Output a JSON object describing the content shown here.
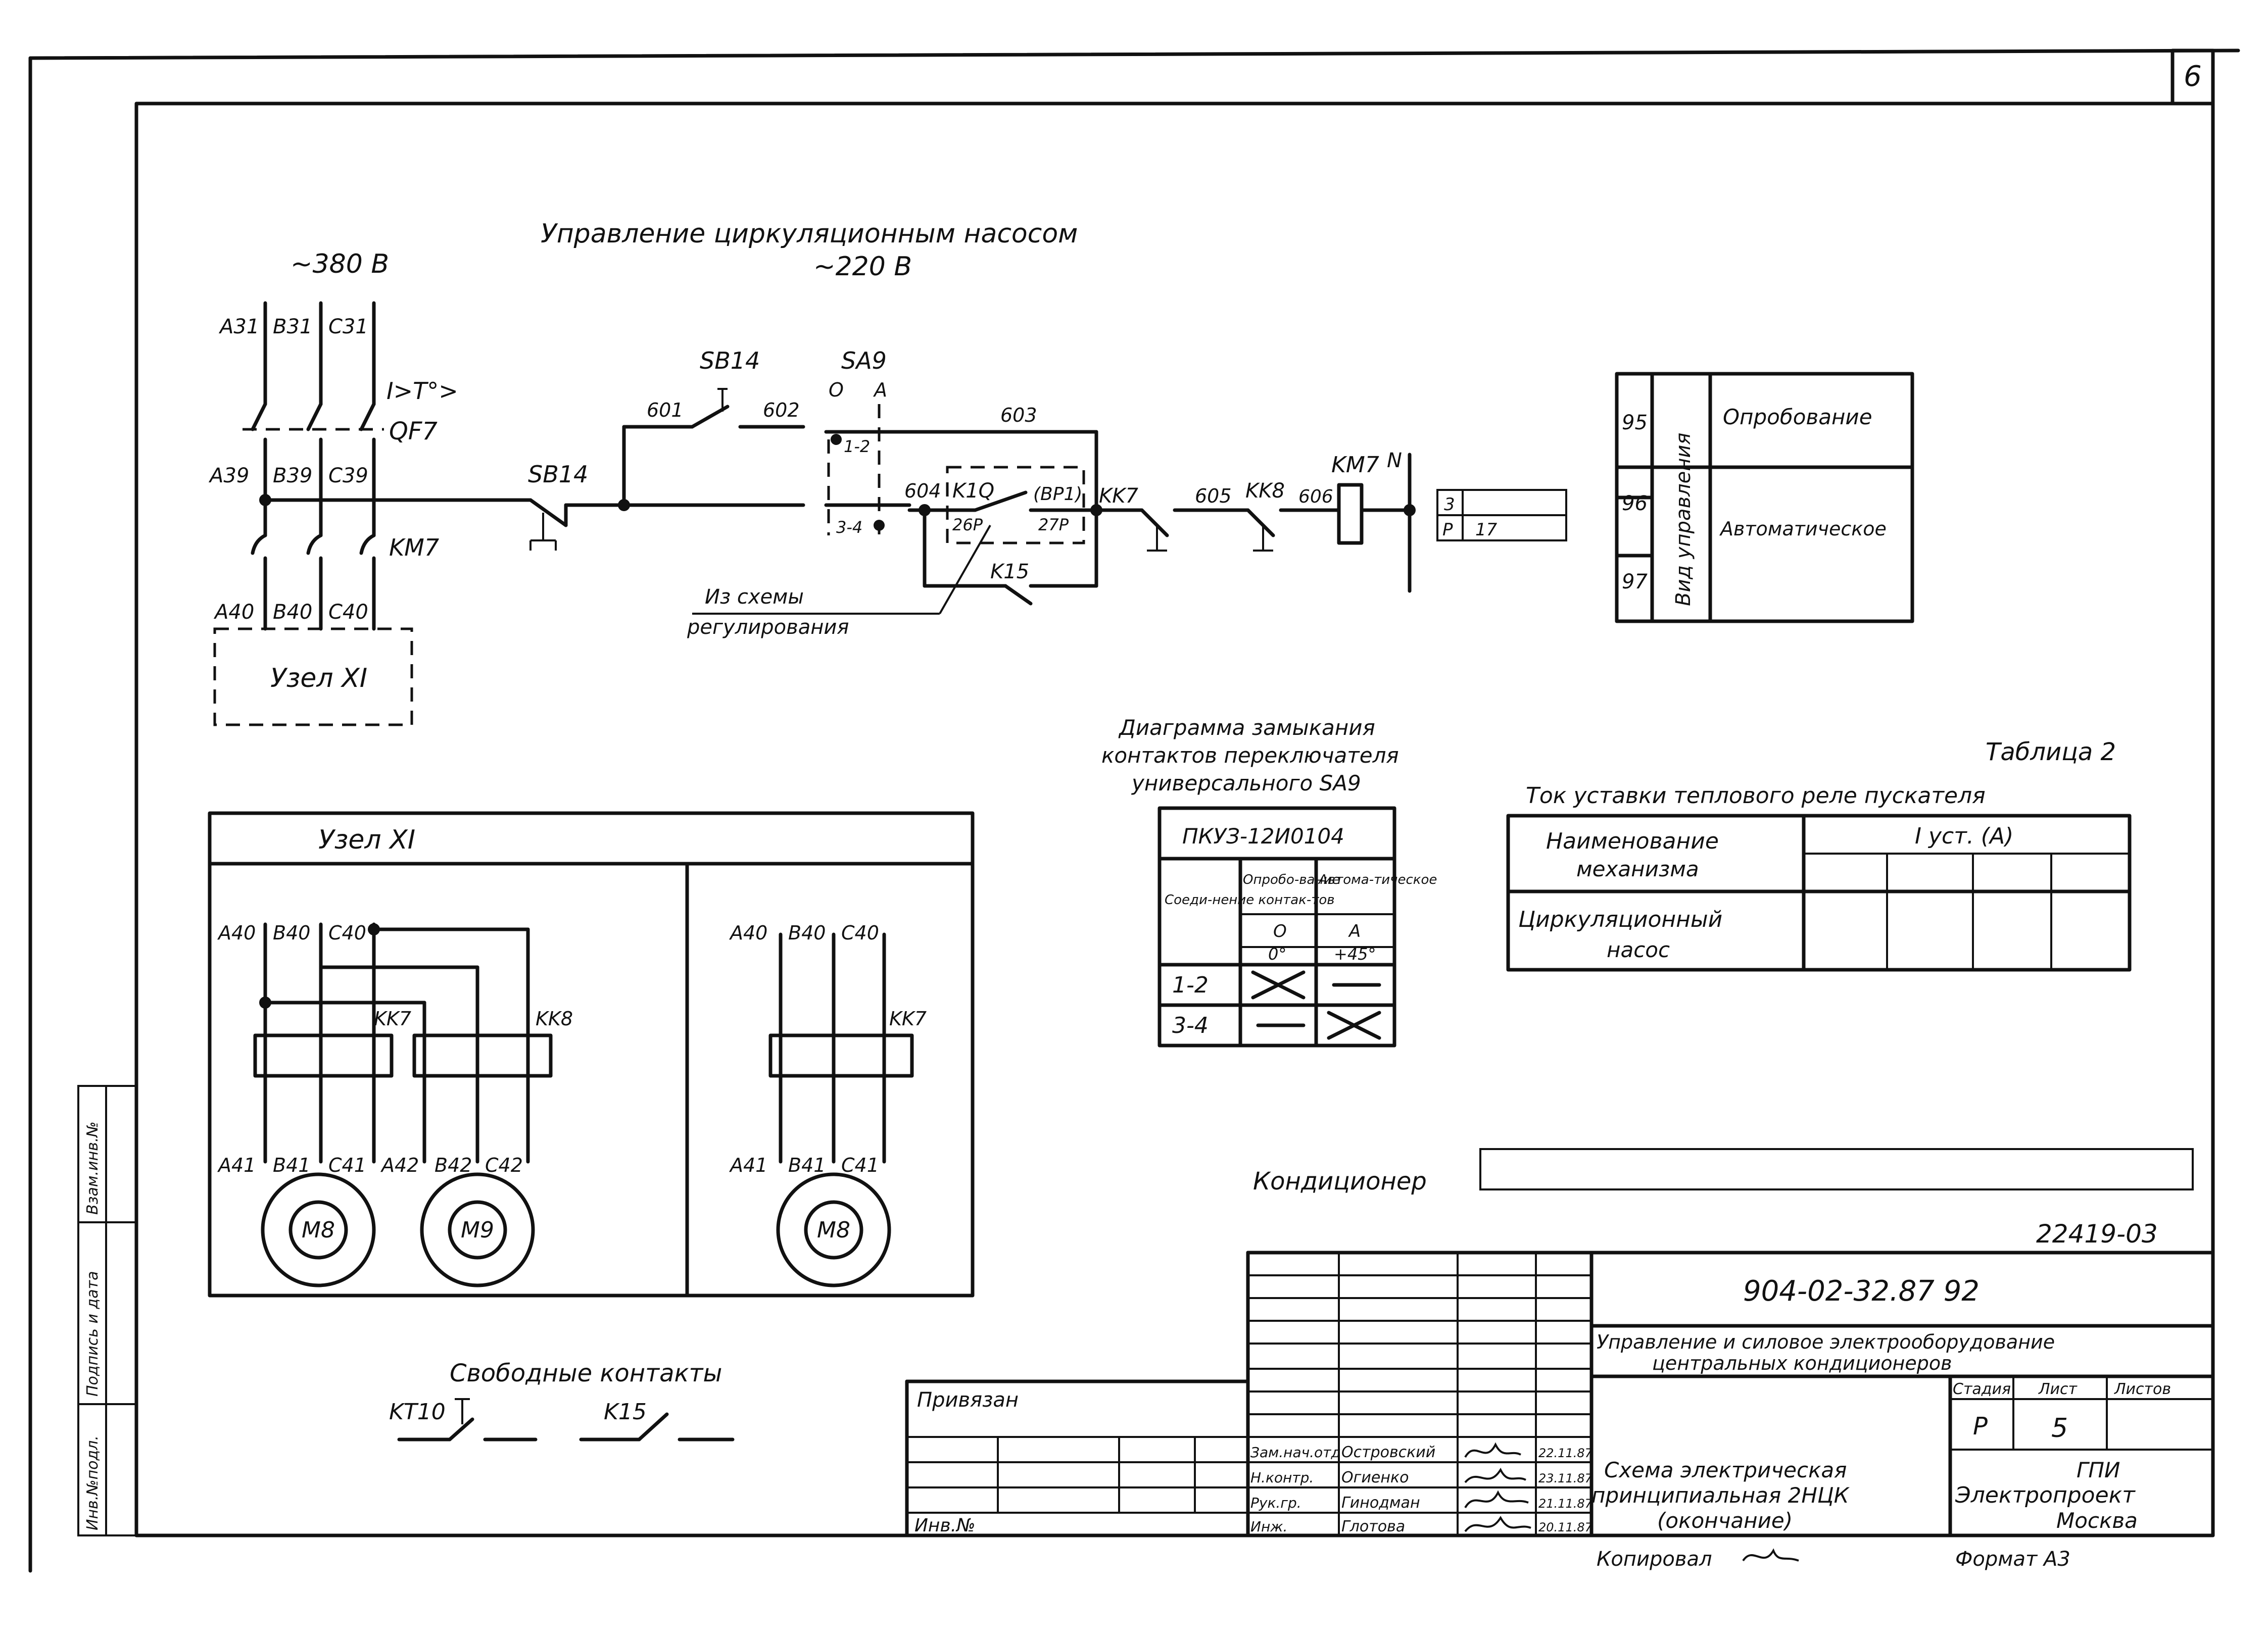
{
  "sheet": {
    "number": "6",
    "format": "Формат А3",
    "copied": "Копировал"
  },
  "supply": {
    "power_voltage": "~380 В",
    "control_voltage": "~220 В"
  },
  "control_title": "Управление циркуляционным насосом",
  "labels": {
    "a31": "A31",
    "b31": "B31",
    "c31": "C31",
    "qf7": "QF7",
    "qf7_mark": "I>T°>",
    "a39": "A39",
    "b39": "B39",
    "c39": "C39",
    "km7": "KM7",
    "a40": "A40",
    "b40": "B40",
    "c40": "C40",
    "node_xi": "Узел XI",
    "sb14": "SB14",
    "sb14_top": "SB14",
    "sa9": "SA9",
    "sa9_o": "O",
    "sa9_a": "A",
    "w601": "601",
    "w602": "602",
    "w603": "603",
    "w604": "604",
    "w605": "605",
    "w606": "606",
    "c12": "1-2",
    "c34": "3-4",
    "k1q": "K1Q",
    "k1q_26": "26P",
    "k1q_bp": "(BP1)",
    "k1q_27": "27P",
    "k15": "K15",
    "from_reg1": "Из схемы",
    "from_reg2": "регулирования",
    "kk7": "KK7",
    "kk8": "KK8",
    "km7_coil": "KM7",
    "n": "N",
    "ref3": "3",
    "refP": "P",
    "ref17": "17"
  },
  "mode_table": {
    "header": "Вид управления",
    "rows": [
      {
        "num": "95",
        "text": "Опробование"
      },
      {
        "num": "96",
        "text": "Автоматическое"
      },
      {
        "num": "97",
        "text": ""
      }
    ]
  },
  "sa9_diagram": {
    "title1": "Диаграмма замыкания",
    "title2": "контактов переключателя",
    "title3": "универсального SA9",
    "model": "ПКУЗ-12И0104",
    "col0": "Соеди-нение контак-тов",
    "col1": "Опробо-вание",
    "col2": "Автома-тическое",
    "pos1": "O",
    "pos2": "A",
    "ang1": "0°",
    "ang2": "+45°",
    "row1": "1-2",
    "row2": "3-4"
  },
  "thermal_table": {
    "caption": "Таблица 2",
    "title": "Ток уставки теплового реле пускателя",
    "col_name1": "Наименование",
    "col_name2": "механизма",
    "col_current": "I уст. (А)",
    "row_name1": "Циркуляционный",
    "row_name2": "насос"
  },
  "node_box": {
    "title": "Узел XI",
    "left": {
      "a40": "A40",
      "b40": "B40",
      "c40": "C40",
      "kk7": "KK7",
      "kk8": "KK8",
      "a41": "A41",
      "b41": "B41",
      "c41": "C41",
      "a42": "A42",
      "b42": "B42",
      "c42": "C42",
      "m8": "M8",
      "m9": "M9"
    },
    "right": {
      "a40": "A40",
      "b40": "B40",
      "c40": "C40",
      "kk7": "KK7",
      "a41": "A41",
      "b41": "B41",
      "c41": "C41",
      "m8": "M8"
    }
  },
  "free_contacts": {
    "title": "Свободные контакты",
    "kt10": "KT10",
    "k15": "K15"
  },
  "conditioner": "Кондиционер",
  "side_stamps": [
    "Взам.инв.№",
    "Подпись и дата",
    "Инв.№подл."
  ],
  "title_block": {
    "doc_code": "904-02-32.87 92",
    "project_no": "22419-03",
    "project_title1": "Управление и силовое электрооборудование",
    "project_title2": "центральных кондиционеров",
    "sheet_title1": "Схема электрическая",
    "sheet_title2": "принципиальная 2НЦК",
    "sheet_title3": "(окончание)",
    "stage_label": "Стадия",
    "sheet_label": "Лист",
    "sheets_label": "Листов",
    "stage": "Р",
    "sheet": "5",
    "org1": "ГПИ",
    "org2": "Электропроект",
    "org3": "Москва",
    "bound": "Привязан",
    "inv": "Инв.№",
    "people": [
      {
        "role": "Зам.нач.отд",
        "name": "Островский",
        "date": "22.11.87"
      },
      {
        "role": "Н.контр.",
        "name": "Огиенко",
        "date": "23.11.87"
      },
      {
        "role": "Рук.гр.",
        "name": "Гинодман",
        "date": "21.11.87"
      },
      {
        "role": "Инж.",
        "name": "Глотова",
        "date": "20.11.87"
      }
    ]
  }
}
